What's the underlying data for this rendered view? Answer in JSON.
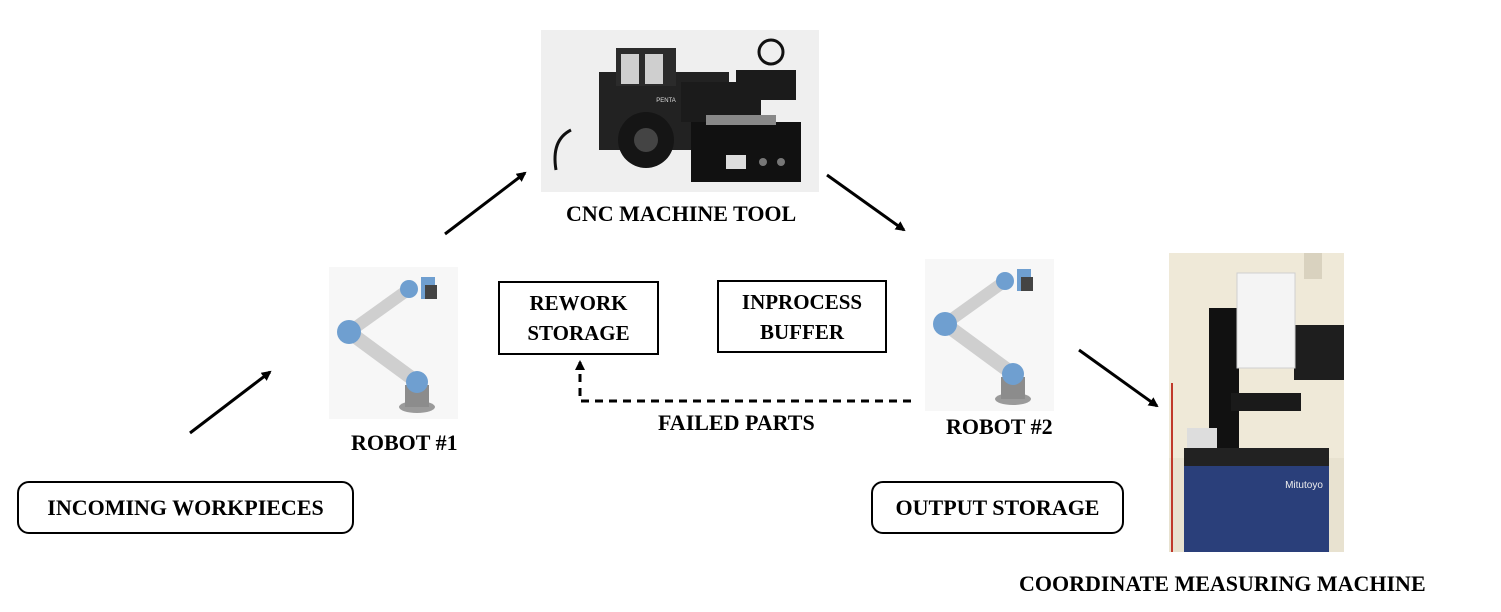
{
  "nodes": {
    "cnc": {
      "label": "CNC MACHINE TOOL"
    },
    "robot1": {
      "label": "ROBOT #1"
    },
    "robot2": {
      "label": "ROBOT #2"
    },
    "cmm": {
      "label": "COORDINATE MEASURING MACHINE"
    },
    "incoming": {
      "label": "INCOMING WORKPIECES"
    },
    "output": {
      "label": "OUTPUT STORAGE"
    },
    "rework": {
      "line1": "REWORK",
      "line2": "STORAGE"
    },
    "buffer": {
      "line1": "INPROCESS",
      "line2": "BUFFER"
    }
  },
  "edges": {
    "failed_parts": {
      "label": "FAILED PARTS"
    }
  },
  "images": {
    "cnc_brand_text": "PENTA",
    "cmm_brand_text": "Mitutoyo"
  },
  "colors": {
    "robot_joint_blue": "#6f9fd0",
    "robot_link_silver": "#c8c8c8",
    "cmm_cabinet_blue": "#2a3f7a",
    "cnc_body_black": "#1b1b1b"
  }
}
